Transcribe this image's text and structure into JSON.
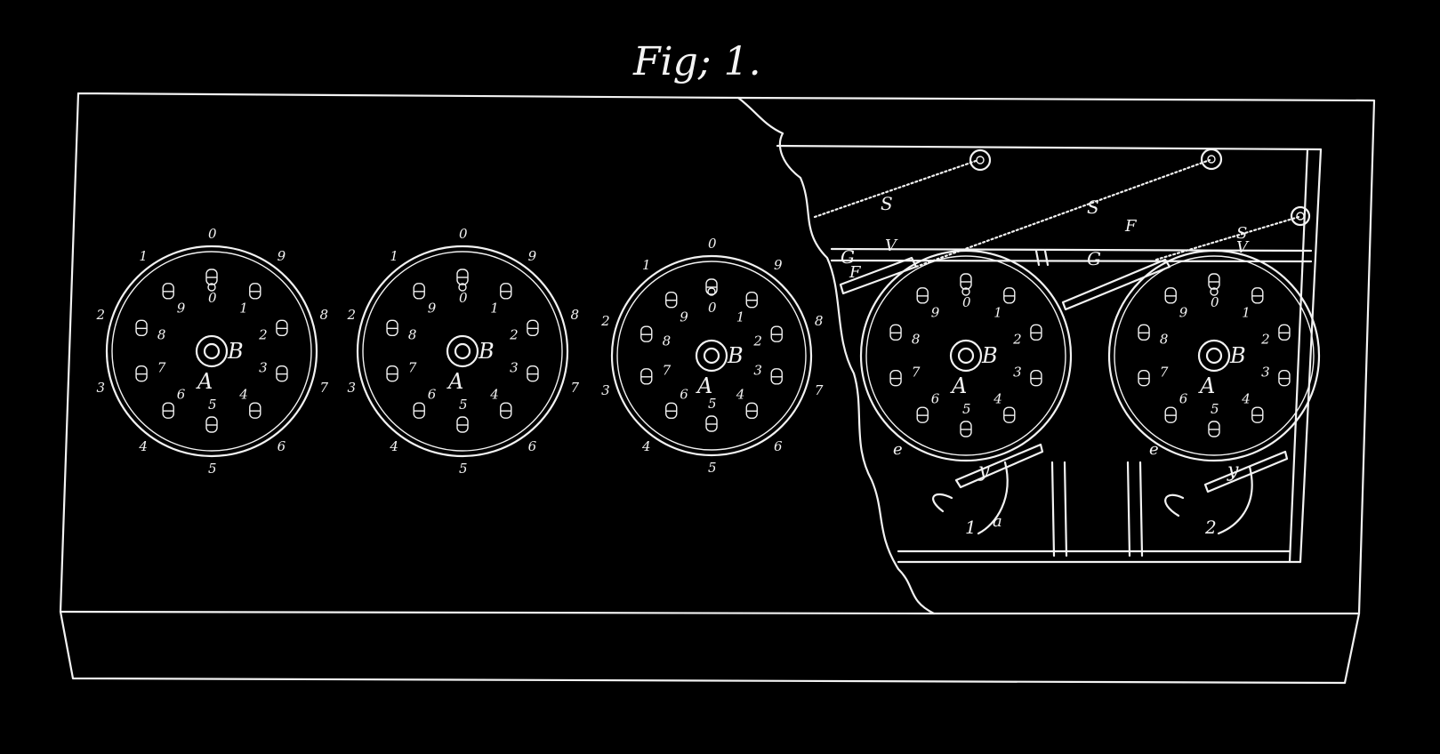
{
  "figure": {
    "title": "Fig; 1.",
    "colors": {
      "background": "#000000",
      "line": "#f2f2f2"
    }
  },
  "dials": [
    {
      "center_label": "B",
      "hub_label": "A",
      "outer_numbers": [
        "0",
        "9",
        "8",
        "7",
        "6",
        "5",
        "4",
        "3",
        "2",
        "1"
      ],
      "inner_numbers": [
        "0",
        "1",
        "2",
        "3",
        "4",
        "5",
        "6",
        "7",
        "8",
        "9"
      ]
    },
    {
      "center_label": "B",
      "hub_label": "A",
      "outer_numbers": [
        "0",
        "9",
        "8",
        "7",
        "6",
        "5",
        "4",
        "3",
        "2",
        "1"
      ],
      "inner_numbers": [
        "0",
        "1",
        "2",
        "3",
        "4",
        "5",
        "6",
        "7",
        "8",
        "9"
      ]
    },
    {
      "center_label": "B",
      "hub_label": "A",
      "outer_numbers": [
        "0",
        "9",
        "8",
        "7",
        "6",
        "5",
        "4",
        "3",
        "2",
        "1"
      ],
      "inner_numbers": [
        "0",
        "1",
        "2",
        "3",
        "4",
        "5",
        "6",
        "7",
        "8",
        "9"
      ]
    },
    {
      "center_label": "B",
      "hub_label": "A",
      "outer_numbers": [],
      "inner_numbers": [
        "0",
        "1",
        "2",
        "3",
        "4",
        "5",
        "6",
        "7",
        "8",
        "9"
      ]
    },
    {
      "center_label": "B",
      "hub_label": "A",
      "outer_numbers": [],
      "inner_numbers": [
        "0",
        "1",
        "2",
        "3",
        "4",
        "5",
        "6",
        "7",
        "8",
        "9"
      ]
    }
  ],
  "mechanism_labels": {
    "spring_1": "S",
    "spring_2": "S",
    "spring_3": "S",
    "pawl_g1": "G",
    "pawl_g2": "G",
    "lever_f1": "F",
    "lever_f2": "F",
    "catch_v1": "V",
    "catch_v2": "V",
    "arm_y1": "y",
    "arm_y2": "y",
    "stop_e1": "e",
    "stop_e2": "e",
    "key_1": "1",
    "key_2": "2",
    "key_letter": "a"
  }
}
